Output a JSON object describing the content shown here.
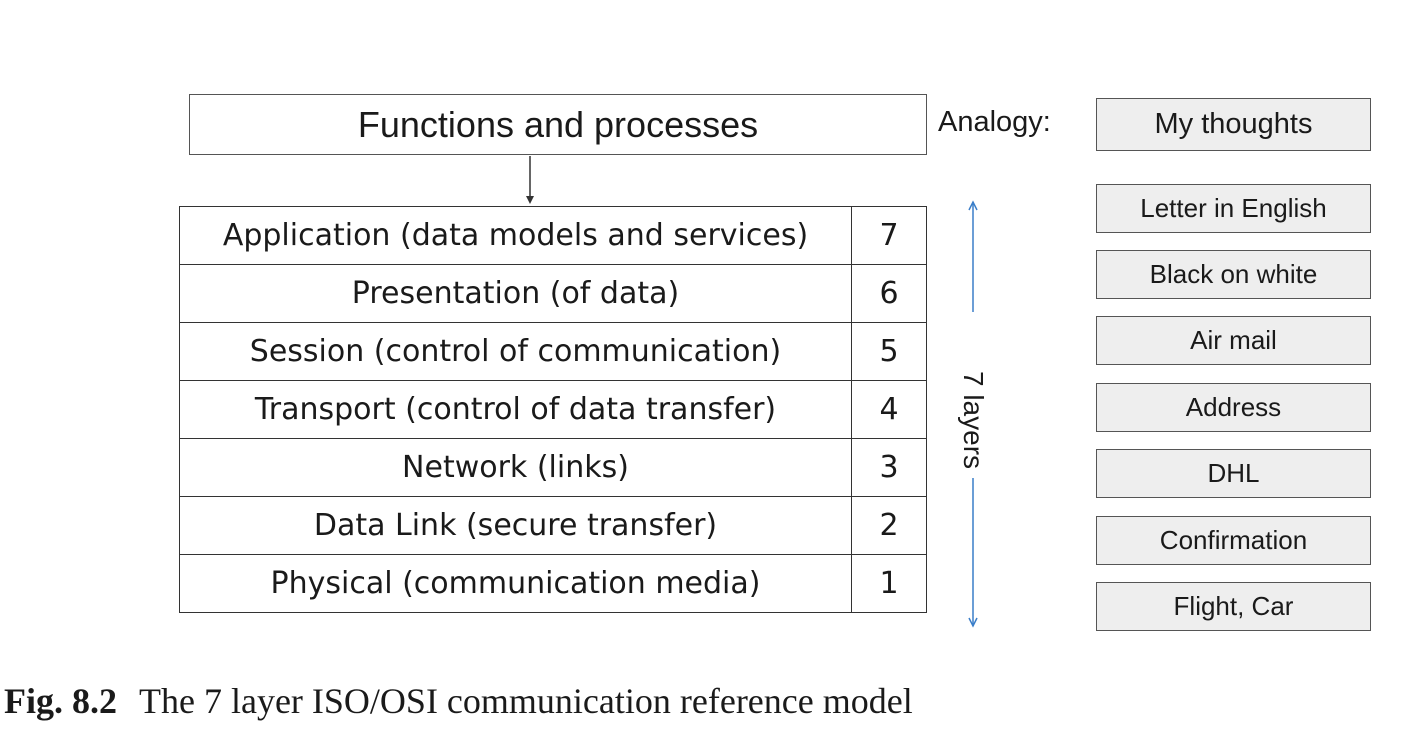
{
  "header": {
    "functions_title": "Functions and processes",
    "analogy_label": "Analogy:"
  },
  "layers": [
    {
      "name": "Application (data models and services)",
      "number": "7"
    },
    {
      "name": "Presentation (of data)",
      "number": "6"
    },
    {
      "name": "Session (control of communication)",
      "number": "5"
    },
    {
      "name": "Transport (control of data transfer)",
      "number": "4"
    },
    {
      "name": "Network (links)",
      "number": "3"
    },
    {
      "name": "Data Link (secure transfer)",
      "number": "2"
    },
    {
      "name": "Physical (communication media)",
      "number": "1"
    }
  ],
  "layers_span_label": "7 layers",
  "analogies": [
    "My thoughts",
    "Letter in English",
    "Black on white",
    "Air mail",
    "Address",
    "DHL",
    "Confirmation",
    "Flight, Car"
  ],
  "caption": {
    "figure_number": "Fig. 8.2",
    "text": "The 7 layer ISO/OSI communication reference model"
  },
  "colors": {
    "span_arrow": "#3a7ec9",
    "analogy_fill": "#eeeeee"
  }
}
